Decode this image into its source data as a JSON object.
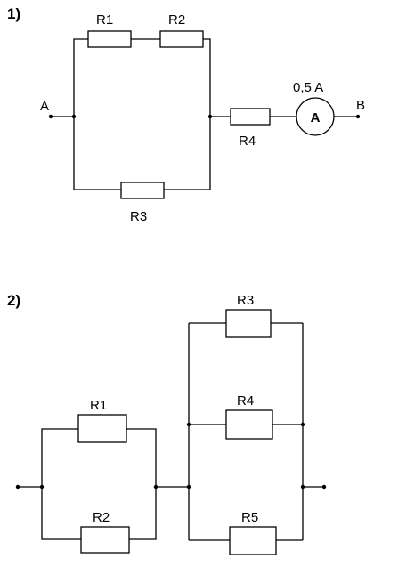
{
  "diagram1": {
    "number": "1)",
    "node_a": "A",
    "node_b": "B",
    "r1": "R1",
    "r2": "R2",
    "r3": "R3",
    "r4": "R4",
    "ammeter_symbol": "A",
    "ammeter_reading": "0,5 A"
  },
  "diagram2": {
    "number": "2)",
    "r1": "R1",
    "r2": "R2",
    "r3": "R3",
    "r4": "R4",
    "r5": "R5"
  }
}
